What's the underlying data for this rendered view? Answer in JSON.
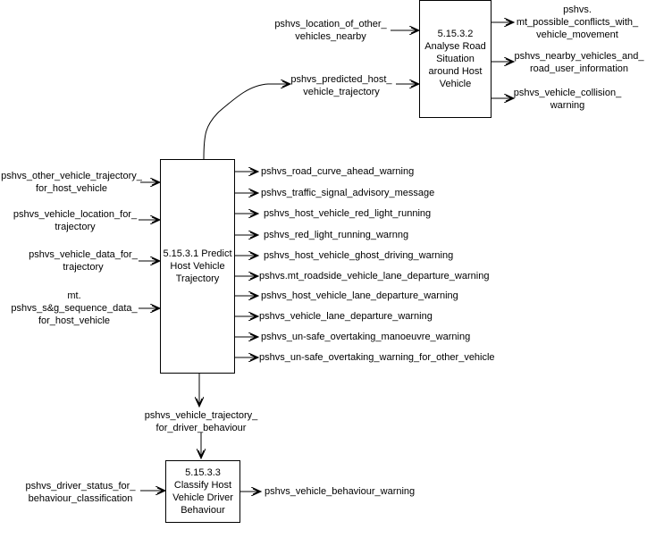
{
  "processes": {
    "p1": {
      "id": "5.15.3.1",
      "lines": [
        "5.15.3.1 Predict",
        "Host Vehicle",
        "Trajectory"
      ]
    },
    "p2": {
      "id": "5.15.3.2",
      "lines": [
        "5.15.3.2",
        "Analyse Road",
        "Situation",
        "around Host",
        "Vehicle"
      ]
    },
    "p3": {
      "id": "5.15.3.3",
      "lines": [
        "5.15.3.3",
        "Classify Host",
        "Vehicle Driver",
        "Behaviour"
      ]
    }
  },
  "p2_inputs": [
    {
      "lines": [
        "pshvs_location_of_other_",
        "vehicles_nearby"
      ]
    },
    {
      "lines": [
        "pshvs_predicted_host_",
        "vehicle_trajectory"
      ]
    }
  ],
  "p2_outputs": [
    {
      "lines": [
        "pshvs.",
        "mt_possible_conflicts_with_",
        "vehicle_movement"
      ]
    },
    {
      "lines": [
        "pshvs_nearby_vehicles_and_",
        "road_user_information"
      ]
    },
    {
      "lines": [
        "pshvs_vehicle_collision_",
        "warning"
      ]
    }
  ],
  "p1_inputs": [
    {
      "lines": [
        "pshvs_other_vehicle_trajectory_",
        "for_host_vehicle"
      ]
    },
    {
      "lines": [
        "pshvs_vehicle_location_for_",
        "trajectory"
      ]
    },
    {
      "lines": [
        "pshvs_vehicle_data_for_",
        "trajectory"
      ]
    },
    {
      "lines": [
        "mt.",
        "pshvs_s&g_sequence_data_",
        "for_host_vehicle"
      ]
    }
  ],
  "p1_outputs": [
    "pshvs_road_curve_ahead_warning",
    "pshvs_traffic_signal_advisory_message",
    "pshvs_host_vehicle_red_light_running",
    "pshvs_red_light_running_warnng",
    "pshvs_host_vehicle_ghost_driving_warning",
    "pshvs.mt_roadside_vehicle_lane_departure_warning",
    "pshvs_host_vehicle_lane_departure_warning",
    "pshvs_vehicle_lane_departure_warning",
    "pshvs_un-safe_overtaking_manoeuvre_warning",
    "pshvs_un-safe_overtaking_warning_for_other_vehicle"
  ],
  "p1_to_p3": {
    "lines": [
      "pshvs_vehicle_trajectory_",
      "for_driver_behaviour"
    ]
  },
  "p3_inputs": [
    {
      "lines": [
        "pshvs_driver_status_for_",
        "behaviour_classification"
      ]
    }
  ],
  "p3_outputs": [
    "pshvs_vehicle_behaviour_warning"
  ]
}
